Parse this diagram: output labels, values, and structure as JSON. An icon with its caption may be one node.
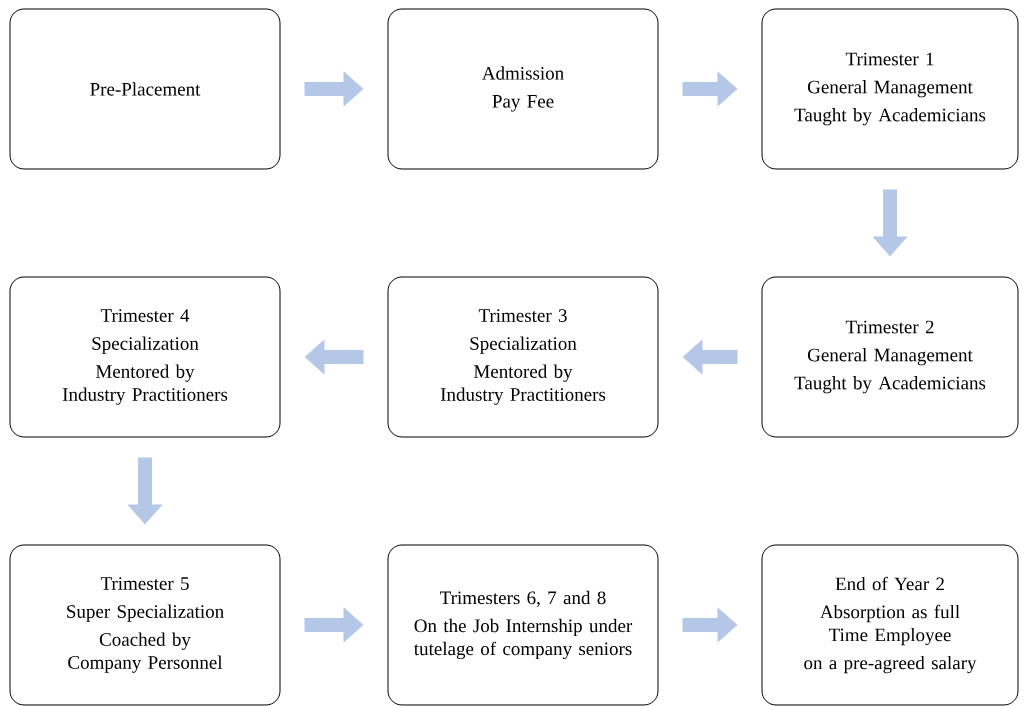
{
  "diagram": {
    "nodes": [
      {
        "text": [
          "Pre-Placement"
        ]
      },
      {
        "text": [
          "Admission",
          "Pay Fee"
        ]
      },
      {
        "text": [
          "Trimester 1",
          "General Management",
          "Taught by Academicians"
        ]
      },
      {
        "text": [
          "Trimester 2",
          "General Management",
          "Taught by Academicians"
        ]
      },
      {
        "text": [
          "Trimester 3",
          "Specialization",
          "Mentored by Industry Practitioners"
        ]
      },
      {
        "text": [
          "Trimester 4",
          "Specialization",
          "Mentored by Industry Practitioners"
        ]
      },
      {
        "text": [
          "Trimester 5",
          "Super Specialization",
          "Coached by Company Personnel"
        ]
      },
      {
        "text": [
          "Trimesters 6, 7 and 8",
          "On the Job Internship under tutelage of company seniors"
        ]
      },
      {
        "text": [
          "End of Year 2",
          "Absorption as full Time Employee",
          "on a pre-agreed salary"
        ]
      }
    ],
    "edges": [
      {
        "from": 0,
        "to": 1,
        "arrow": "to"
      },
      {
        "from": 1,
        "to": 2,
        "arrow": "to"
      },
      {
        "from": 2,
        "to": 3,
        "arrow": "to"
      },
      {
        "from": 3,
        "to": 4,
        "arrow": "to"
      },
      {
        "from": 4,
        "to": 5,
        "arrow": "to"
      },
      {
        "from": 5,
        "to": 6,
        "arrow": "to"
      },
      {
        "from": 6,
        "to": 7,
        "arrow": "to"
      },
      {
        "from": 7,
        "to": 8,
        "arrow": "to"
      }
    ]
  }
}
